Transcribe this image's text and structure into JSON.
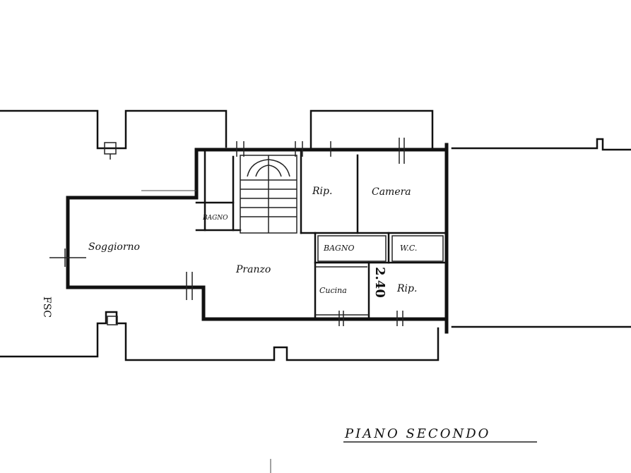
{
  "rooms": {
    "soggiorno": "Soggiorno",
    "pranzo": "Pranzo",
    "ripostiglio_top": "Rip.",
    "camera": "Camera",
    "bagno": "BAGNO",
    "wc": "W.C.",
    "cucina": "Cucina",
    "ripostiglio_bottom": "Rip.",
    "bath_small": "BAGNO"
  },
  "dimension": "2.40",
  "side_label": "FSC",
  "floor_title": "PIANO SECONDO"
}
